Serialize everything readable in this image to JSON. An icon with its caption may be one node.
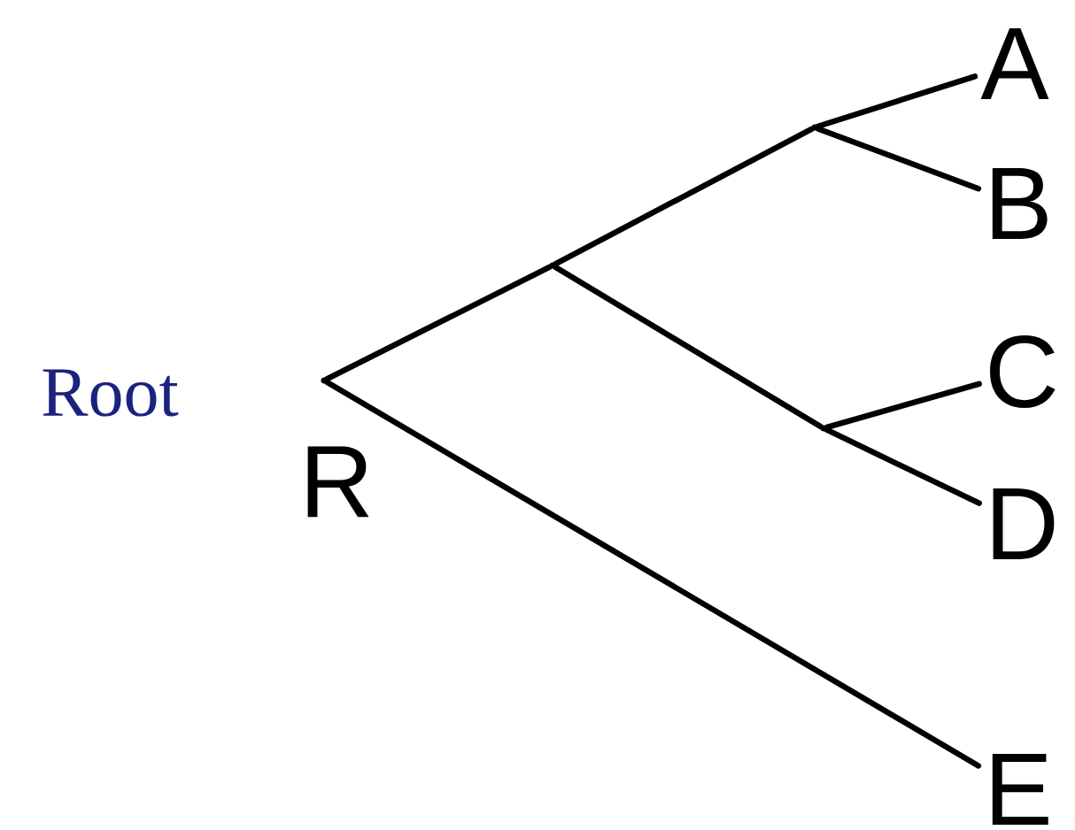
{
  "diagram": {
    "nodes": [
      {
        "text": [],
        "shape": "point",
        "beside": [
          "R"
        ]
      },
      {
        "text": [],
        "shape": "point"
      },
      {
        "text": [],
        "shape": "point"
      },
      {
        "text": [],
        "shape": "point"
      },
      {
        "text": [
          "A"
        ]
      },
      {
        "text": [
          "B"
        ]
      },
      {
        "text": [
          "C"
        ]
      },
      {
        "text": [
          "D"
        ]
      },
      {
        "text": [
          "E"
        ]
      }
    ],
    "edges": [
      {
        "from": 0,
        "to": 1,
        "arrow": "none"
      },
      {
        "from": 1,
        "to": 2,
        "arrow": "none"
      },
      {
        "from": 2,
        "to": 4,
        "arrow": "none"
      },
      {
        "from": 2,
        "to": 5,
        "arrow": "none"
      },
      {
        "from": 1,
        "to": 3,
        "arrow": "none"
      },
      {
        "from": 3,
        "to": 6,
        "arrow": "none"
      },
      {
        "from": 3,
        "to": 7,
        "arrow": "none"
      },
      {
        "from": 0,
        "to": 8,
        "arrow": "none"
      }
    ],
    "labels": [
      "Root"
    ]
  }
}
